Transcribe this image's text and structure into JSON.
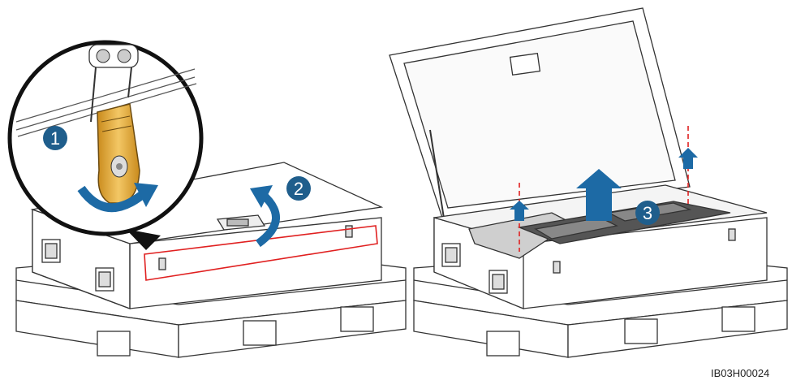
{
  "steps": {
    "step1": "1",
    "step2": "2",
    "step3": "3"
  },
  "image_code": "IB03H00024",
  "colors": {
    "step_badge": "#1f5e8c",
    "arrow": "#1d6aa5",
    "highlight_box": "#e02020",
    "latch": "#e4b04a",
    "lift_mark": "#e02020"
  }
}
